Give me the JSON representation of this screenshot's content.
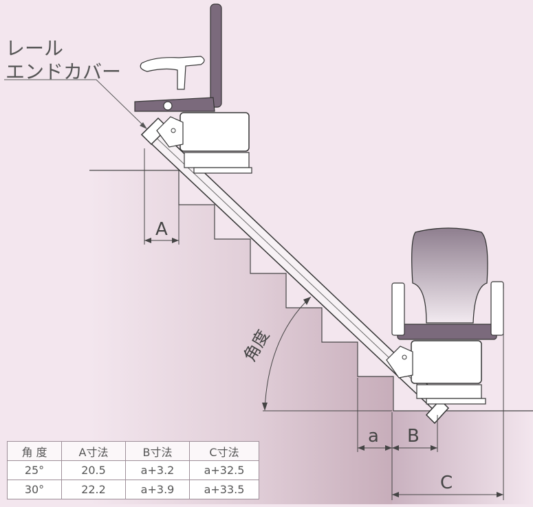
{
  "callout": {
    "line1": "レール",
    "line2": "エンドカバー"
  },
  "dimensions": {
    "A": "A",
    "a": "a",
    "B": "B",
    "C": "C",
    "angle": "角度"
  },
  "table": {
    "headers": [
      "角 度",
      "A寸法",
      "B寸法",
      "C寸法"
    ],
    "rows": [
      [
        "25°",
        "20.5",
        "a+3.2",
        "a+32.5"
      ],
      [
        "30°",
        "22.2",
        "a+3.9",
        "a+33.5"
      ]
    ]
  },
  "colors": {
    "background": "#f3e6ee",
    "stair": "#dcc5d0",
    "seat": "#7b6a7c",
    "line": "#333333"
  }
}
